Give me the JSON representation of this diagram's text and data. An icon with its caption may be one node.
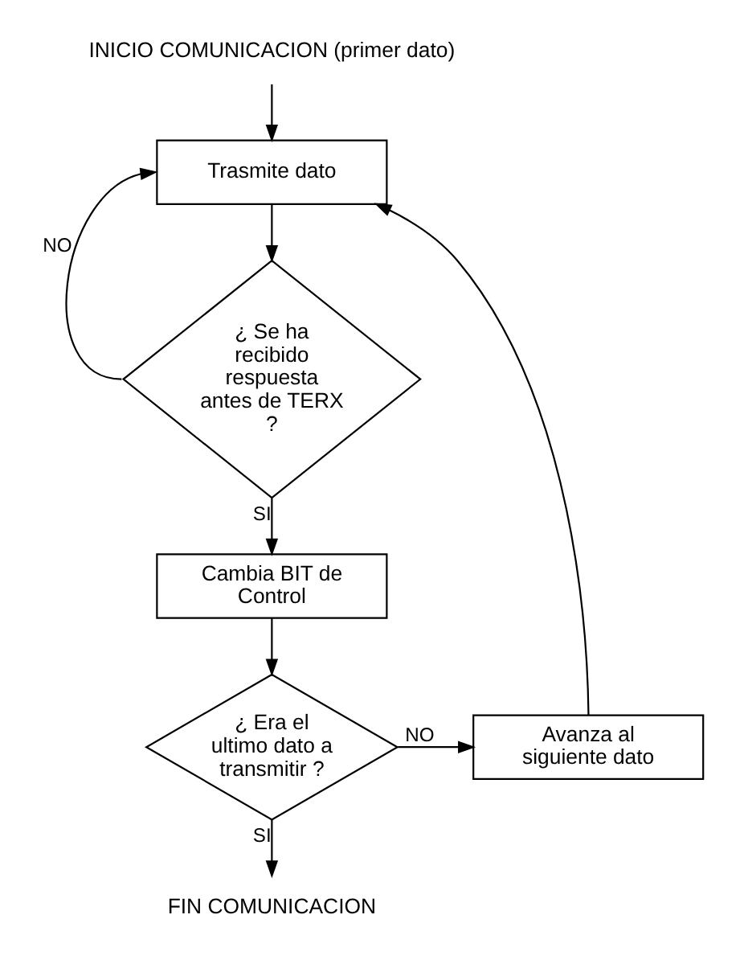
{
  "diagram": {
    "nodes": [
      {
        "text": [
          "INICIO COMUNICACION (primer dato)"
        ]
      },
      {
        "text": [
          "Trasmite dato"
        ]
      },
      {
        "text": [
          "¿ Se ha recibido respuesta antes de TERX ?"
        ]
      },
      {
        "text": [
          "Cambia BIT de Control"
        ]
      },
      {
        "text": [
          "¿ Era el ultimo dato a transmitir ?"
        ]
      },
      {
        "text": [
          "Avanza al siguiente dato"
        ]
      },
      {
        "text": [
          "FIN COMUNICACION"
        ]
      }
    ],
    "edges": [
      {
        "from": 0,
        "to": 1,
        "arrow": "to"
      },
      {
        "from": 1,
        "to": 2,
        "arrow": "to"
      },
      {
        "from": 2,
        "to": 1,
        "arrow": "to",
        "label": "NO"
      },
      {
        "from": 2,
        "to": 3,
        "arrow": "to",
        "label": "SI"
      },
      {
        "from": 3,
        "to": 4,
        "arrow": "to"
      },
      {
        "from": 4,
        "to": 5,
        "arrow": "to",
        "label": "NO"
      },
      {
        "from": 5,
        "to": 1,
        "arrow": "to"
      },
      {
        "from": 4,
        "to": 6,
        "arrow": "to",
        "label": "SI"
      }
    ]
  }
}
